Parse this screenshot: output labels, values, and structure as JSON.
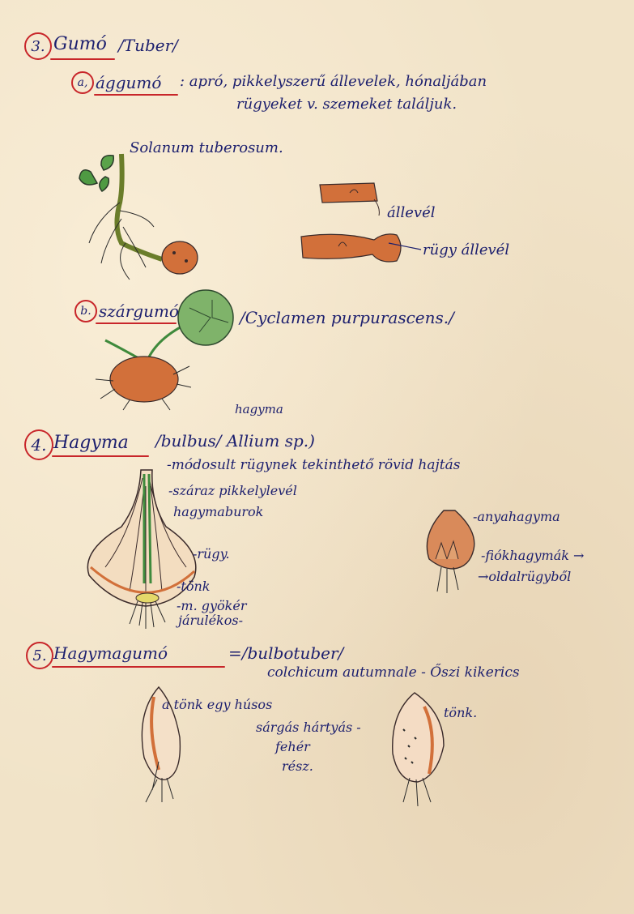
{
  "sections": {
    "s3": {
      "number": "3.",
      "title": "Gumó",
      "latin": "/Tuber/"
    },
    "s3a": {
      "letter": "a,",
      "title": "ággumó",
      "line1": ": apró, pikkelyszerű állevelek, hónaljában",
      "line2": "rügyeket v. szemeket találjuk.",
      "species": "Solanum tuberosum.",
      "label_leaf": "állevél",
      "label_bud": "rügy állevél"
    },
    "s3b": {
      "letter": "b.",
      "title": "szárgumó",
      "species": "/Cyclamen purpurascens./"
    },
    "s4": {
      "number": "4.",
      "title": "Hagyma",
      "latin": "/bulbus/ Allium sp.)",
      "superscript": "hagyma",
      "definition": "-módosult rügynek tekinthető rövid hajtás",
      "label_scales": "-száraz pikkelylevél",
      "label_scaleleaf": "hagymaburok",
      "label_bud": "-rügy.",
      "label_base": "-tönk",
      "label_roots": "-m. gyökér",
      "label_roots2": "járulékos-",
      "label_mother": "-anyahagyma",
      "label_daughter": "-fiókhagymák →",
      "label_side": "→oldalrügyből"
    },
    "s5": {
      "number": "5.",
      "title": "Hagymagumó",
      "latin": "=/bulbotuber/",
      "species": "colchicum autumnale - Őszi kikerics",
      "note1": "a tönk egy húsos",
      "note2": "sárgás hártyás -",
      "note3": "fehér",
      "note4": "rész.",
      "label_tonk": "tönk."
    }
  },
  "colors": {
    "ink": "#1c1f6e",
    "red": "#c8262a",
    "orange": "#d2703a",
    "green": "#3f8a3c",
    "paper": "#f1e3c8"
  }
}
